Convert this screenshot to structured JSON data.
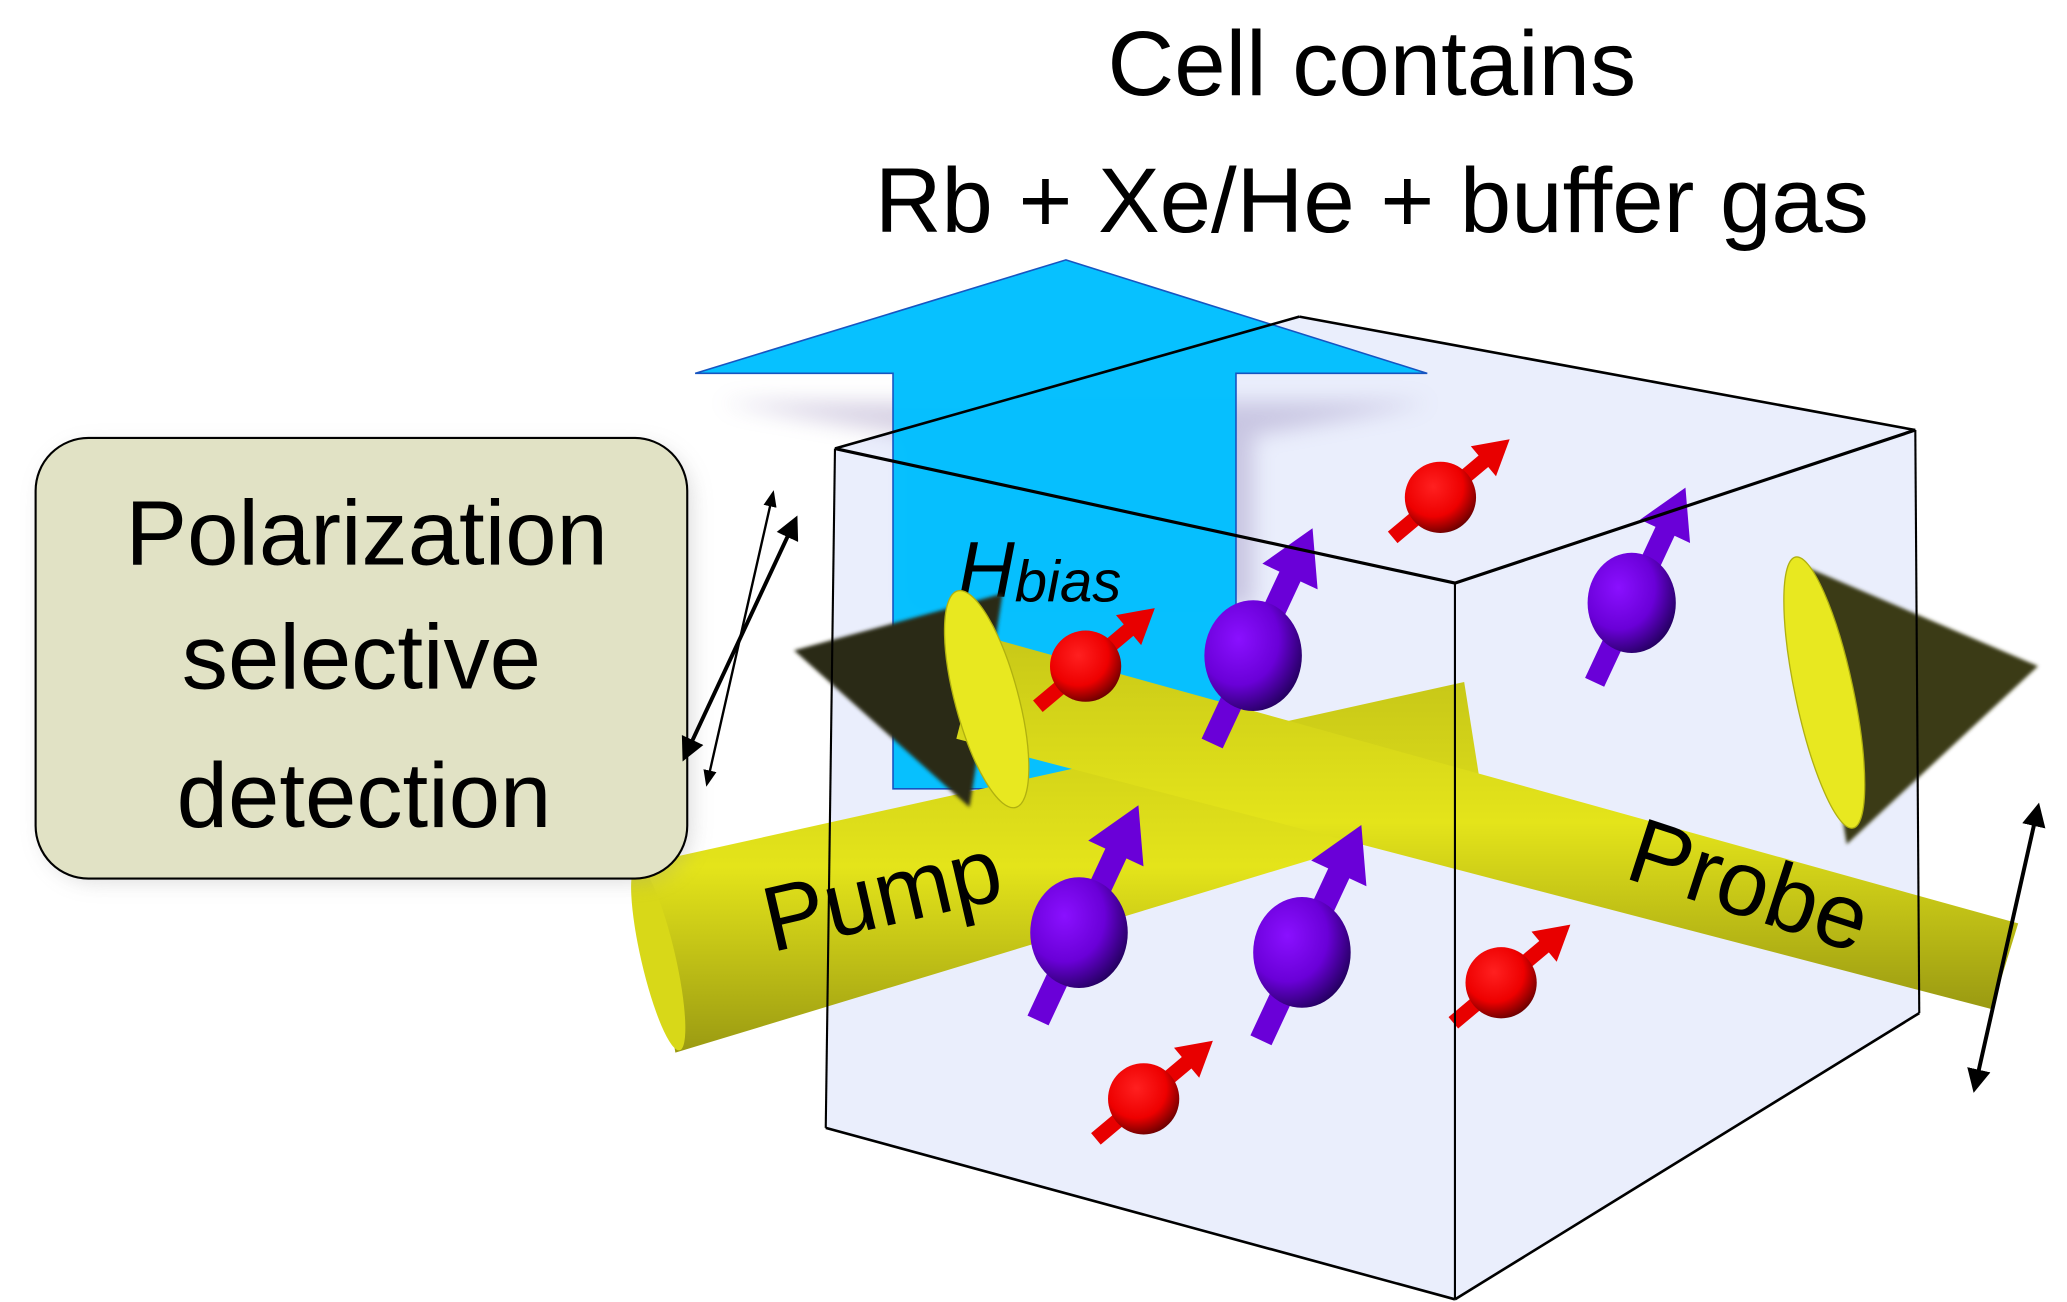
{
  "title": {
    "line1": "Cell contains",
    "line2": "Rb + Xe/He + buffer gas"
  },
  "detector": {
    "line1": "Polarization",
    "line2": "selective",
    "line3": "detection"
  },
  "field": {
    "symbol": "H",
    "subscript": "bias"
  },
  "beams": {
    "pump": "Pump",
    "probe": "Probe"
  },
  "colors": {
    "field_arrow": "#00bfff",
    "beam": "#d8d818",
    "cell_face": "#eaeefc",
    "detector_box": "#e1e2c5",
    "rb_atom": "#ff0000",
    "noble_atom": "#7a00e8"
  }
}
